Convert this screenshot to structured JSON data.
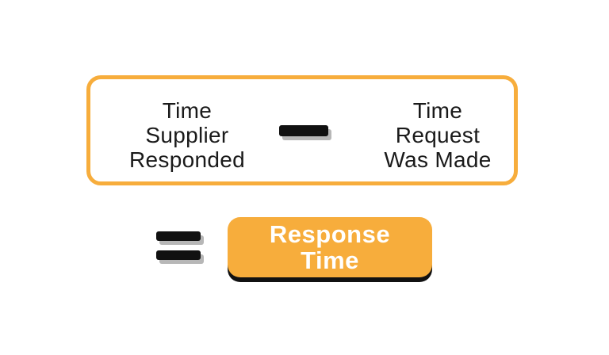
{
  "colors": {
    "accent": "#F7AD3C",
    "operator": "#111111",
    "operator_shadow": "#b7b7b7",
    "text_dark": "#1a1a1a",
    "text_light": "#ffffff"
  },
  "formula": {
    "left_term": [
      "Time",
      "Supplier",
      "Responded"
    ],
    "operator": "minus",
    "right_term": [
      "Time",
      "Request",
      "Was Made"
    ]
  },
  "result": {
    "operator": "equals",
    "label": [
      "Response",
      "Time"
    ]
  }
}
